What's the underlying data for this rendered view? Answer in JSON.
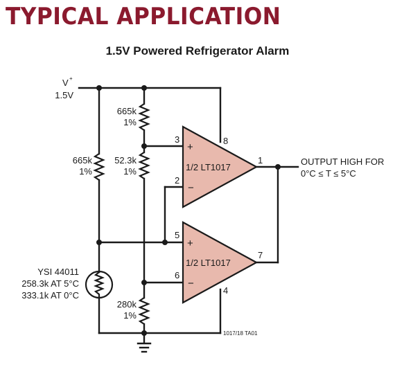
{
  "header": {
    "title": "TYPICAL APPLICATION"
  },
  "circuit": {
    "title": "1.5V Powered Refrigerator Alarm",
    "supply": {
      "symbol": "V",
      "superscript": "+",
      "value": "1.5V"
    },
    "resistors": {
      "r_top": {
        "value": "665k",
        "tolerance": "1%"
      },
      "r_left": {
        "value": "665k",
        "tolerance": "1%"
      },
      "r_mid": {
        "value": "52.3k",
        "tolerance": "1%"
      },
      "r_bottom": {
        "value": "280k",
        "tolerance": "1%"
      }
    },
    "thermistor": {
      "part": "YSI 44011",
      "spec_5c": "258.3k AT 5°C",
      "spec_0c": "333.1k AT 0°C"
    },
    "opamps": [
      {
        "label": "1/2 LT1017",
        "pin_plus": "3",
        "pin_minus": "2",
        "pin_out": "1",
        "pin_supply": "8",
        "plus_sign": "+",
        "minus_sign": "−"
      },
      {
        "label": "1/2 LT1017",
        "pin_plus": "5",
        "pin_minus": "6",
        "pin_out": "7",
        "pin_supply": "4",
        "plus_sign": "+",
        "minus_sign": "−"
      }
    ],
    "output": {
      "line1": "OUTPUT HIGH FOR",
      "line2": "0°C ≤ T ≤ 5°C"
    },
    "figure_code": "1017/18 TA01"
  }
}
